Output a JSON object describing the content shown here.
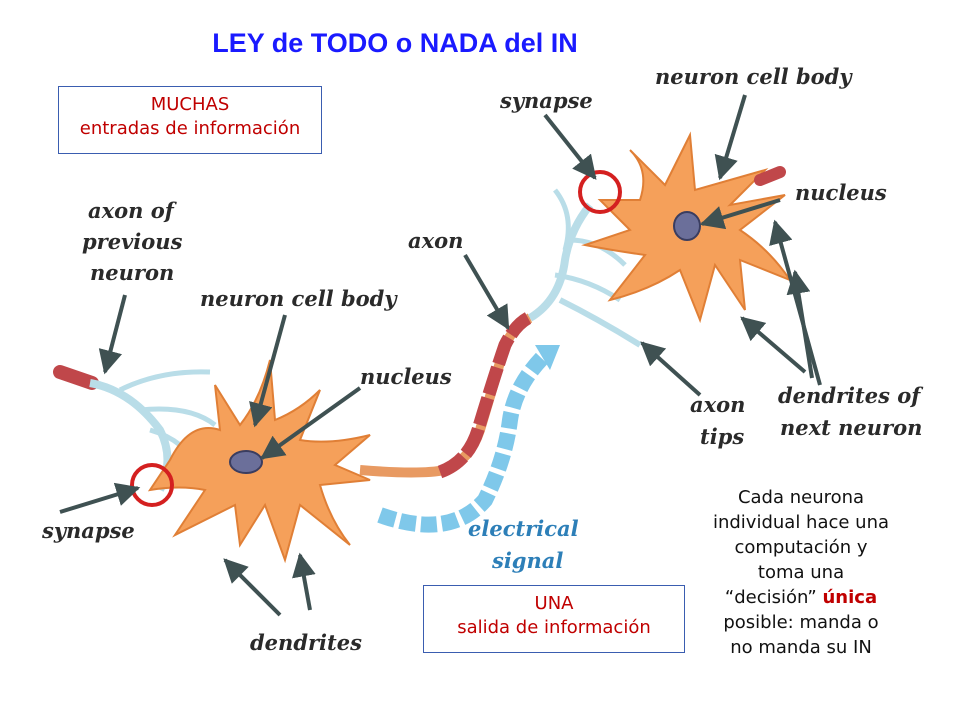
{
  "title": "LEY de TODO o NADA del IN",
  "input_box": {
    "line1": "MUCHAS",
    "line2": "entradas de información"
  },
  "output_box": {
    "line1": "UNA",
    "line2": "salida de información"
  },
  "note": {
    "line1": "Cada neurona",
    "line2": "individual hace una",
    "line3": "computación y",
    "line4": "toma una",
    "line5_pre": "“decisión” ",
    "line5_hl": "única",
    "line6": "posible: manda o",
    "line7": "no manda su IN"
  },
  "labels": {
    "axon_prev_1": "axon of",
    "axon_prev_2": "previous",
    "axon_prev_3": "neuron",
    "cell_body_left": "neuron cell body",
    "nucleus_left": "nucleus",
    "synapse_left": "synapse",
    "dendrites": "dendrites",
    "signal_1": "electrical",
    "signal_2": "signal",
    "axon": "axon",
    "synapse_right": "synapse",
    "cell_body_right": "neuron cell body",
    "nucleus_right": "nucleus",
    "axon_tips_1": "axon",
    "axon_tips_2": "tips",
    "dendrites_next_1": "dendrites of",
    "dendrites_next_2": "next neuron"
  },
  "colors": {
    "title": "#1a1aff",
    "highlight": "#c00000",
    "cell": "#f5a05a",
    "nucleus": "#6b6f9a",
    "axon_segment": "#c0474a",
    "axon_tip": "#b9dde8",
    "signal": "#7fc8ea",
    "synapse_ring": "#d42020",
    "arrow": "#3f5152"
  }
}
